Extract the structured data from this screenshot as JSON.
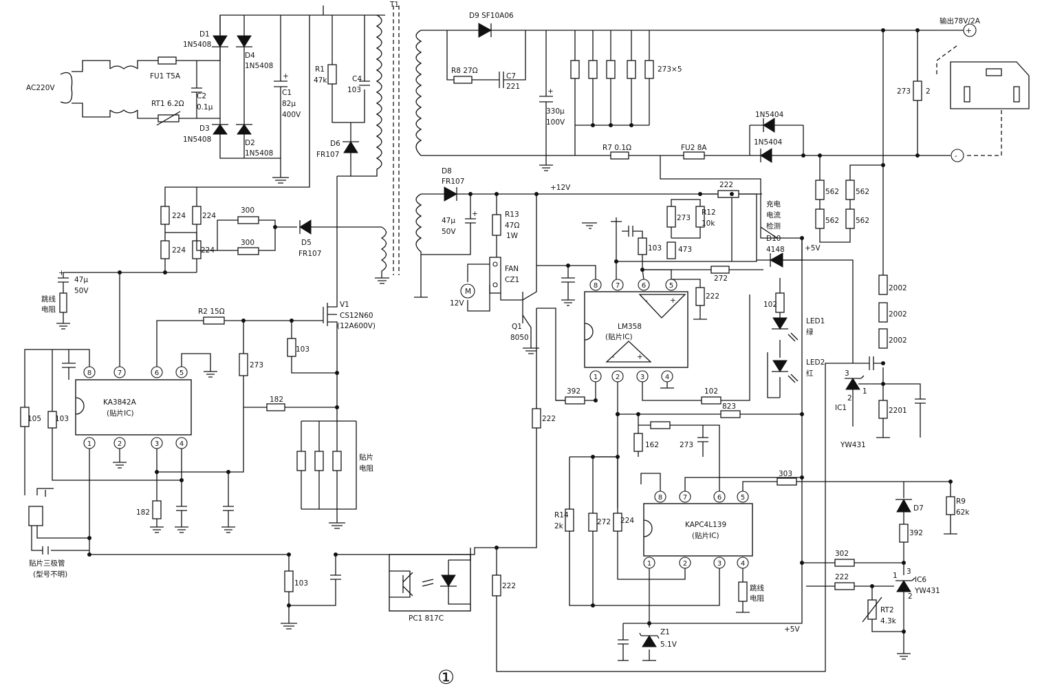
{
  "diagram": {
    "figure_number": "①",
    "input": {
      "label": "AC220V"
    },
    "output": {
      "label": "输出78V/2A",
      "plus": "+",
      "minus": "-"
    },
    "transformer": {
      "label": "T1"
    },
    "components": {
      "fu1": "FU1 T5A",
      "rt1": "RT1 6.2Ω",
      "c2": [
        "C2",
        "0.1μ"
      ],
      "d1": [
        "D1",
        "1N5408"
      ],
      "d4": [
        "D4",
        "1N5408"
      ],
      "d3": [
        "D3",
        "1N5408"
      ],
      "d2": [
        "D2",
        "1N5408"
      ],
      "c1": [
        "C1",
        "82μ",
        "400V"
      ],
      "r1": [
        "R1",
        "47k"
      ],
      "c4": [
        "C4",
        "103"
      ],
      "d6": [
        "D6",
        "FR107"
      ],
      "r224": "224",
      "r300": "300",
      "d5": [
        "D5",
        "FR107"
      ],
      "c47": [
        "47μ",
        "50V"
      ],
      "jumper": [
        "跳线",
        "电阻"
      ],
      "r2": "R2  15Ω",
      "v1": [
        "V1",
        "CS12N60",
        "(12A600V)"
      ],
      "r103": "103",
      "r273": "273",
      "r182": "182",
      "smd_res": [
        "贴片",
        "电阻"
      ],
      "ka3842": [
        "KA3842A",
        "(贴片IC)"
      ],
      "r105": "105",
      "smd_transistor": [
        "贴片三极管",
        "(型号不明)"
      ],
      "d9": "D9  SF10A06",
      "r8": "R8  27Ω",
      "c7": [
        "C7",
        "221"
      ],
      "c330": [
        "330μ",
        "100V"
      ],
      "r273x5": "273×5",
      "r7": "R7  0.1Ω",
      "fu2": "FU2  8A",
      "d1n5404": "1N5404",
      "r273_2": [
        "273",
        "2"
      ],
      "d8": [
        "D8",
        "FR107"
      ],
      "plus12v": "+12V",
      "c47b": [
        "47μ",
        "50V"
      ],
      "r13": [
        "R13",
        "47Ω",
        "1W"
      ],
      "fan": [
        "FAN",
        "CZ1"
      ],
      "motor": [
        "M",
        "12V"
      ],
      "q1": [
        "Q1",
        "8050"
      ],
      "r222": "222",
      "r12": [
        "R12",
        "10k"
      ],
      "r473": "473",
      "r272": "272",
      "lm358": [
        "LM358",
        "(贴片IC)"
      ],
      "charge": [
        "充电",
        "电流",
        "检测"
      ],
      "d10": [
        "D10",
        "4148"
      ],
      "plus5v": "+5V",
      "r562": "562",
      "r102": "102",
      "led1": [
        "LED1",
        "绿"
      ],
      "led2": [
        "LED2",
        "红"
      ],
      "r2002": "2002",
      "r2201": "2201",
      "ic1": [
        "IC1",
        "YW431"
      ],
      "r392": "392",
      "r823": "823",
      "r162": "162",
      "r272b": "272",
      "r14": [
        "R14",
        "2k"
      ],
      "kapc": [
        "KAPC4L139",
        "(贴片IC)"
      ],
      "r303": "303",
      "r9": [
        "R9",
        "62k"
      ],
      "d7": "D7",
      "r302": "302",
      "ic6": [
        "IC6",
        "YW431"
      ],
      "rt2": [
        "RT2",
        "4.3k"
      ],
      "pc1": "PC1  817C",
      "z1": [
        "Z1",
        "5.1V"
      ]
    }
  }
}
